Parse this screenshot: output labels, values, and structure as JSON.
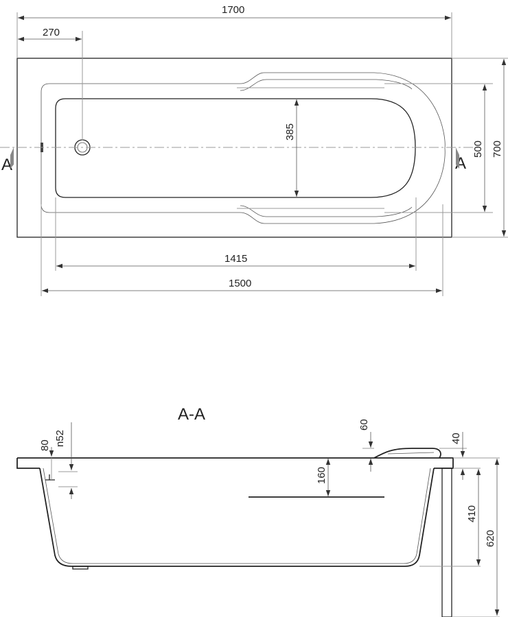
{
  "top_view": {
    "dims": {
      "total_length": "1700",
      "drain_offset": "270",
      "inner_width": "385",
      "seat_width": "500",
      "total_width": "700",
      "inner_length": "1415",
      "rim_length": "1500"
    },
    "section_marks": {
      "left": "A",
      "right": "A"
    }
  },
  "section_view": {
    "title": "A-A",
    "dims": {
      "rim_depth": "80",
      "overflow": "n52",
      "headrest_height": "60",
      "headrest_top": "40",
      "step_depth": "160",
      "inner_depth": "410",
      "total_height": "620"
    }
  }
}
